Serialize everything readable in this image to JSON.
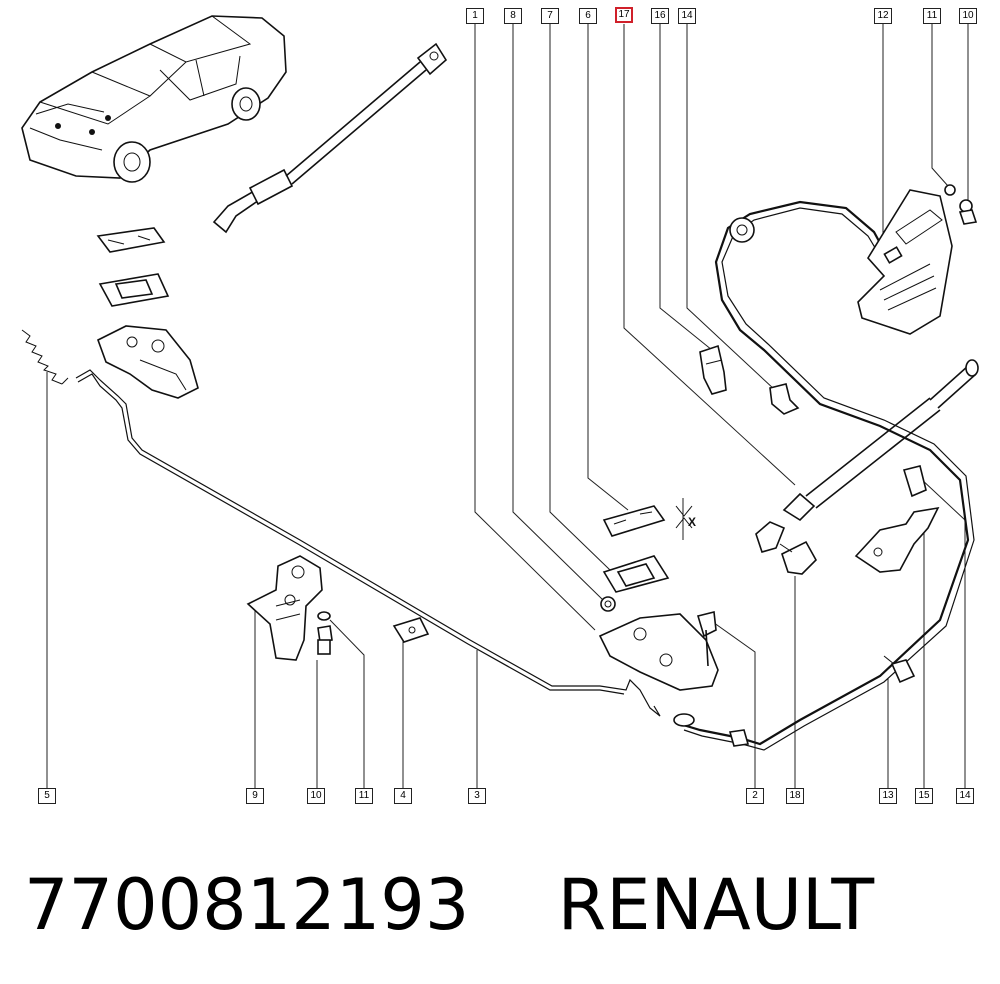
{
  "callouts": {
    "top": [
      "1",
      "8",
      "7",
      "6",
      "17",
      "16",
      "14",
      "12",
      "11",
      "10"
    ],
    "bottom": [
      "5",
      "9",
      "10",
      "11",
      "4",
      "3",
      "2",
      "18",
      "13",
      "15",
      "14"
    ],
    "highlighted": "17"
  },
  "dimension_label": "X",
  "caption": {
    "part_number": "7700812193",
    "brand": "RENAULT"
  },
  "colors": {
    "highlight": "#d0202a",
    "ink": "#111111",
    "background": "#ffffff"
  }
}
